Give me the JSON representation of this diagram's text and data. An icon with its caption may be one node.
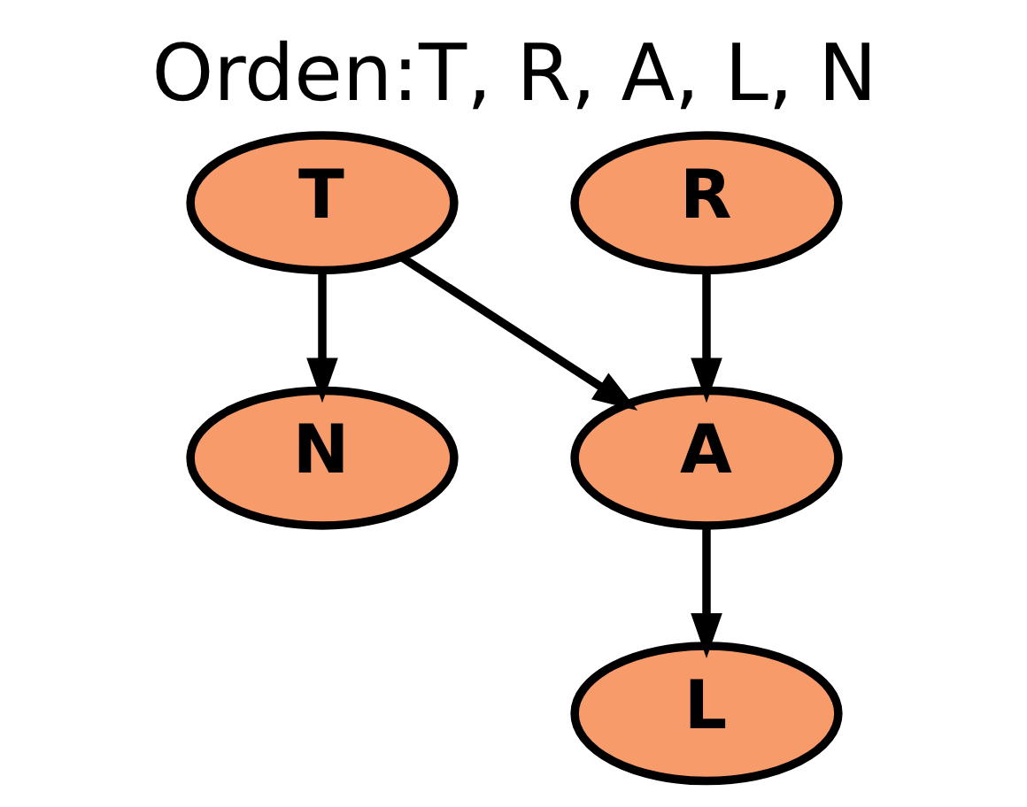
{
  "diagram": {
    "title": "Orden:T, R, A, L, N",
    "nodes": [
      {
        "text": [
          "T"
        ]
      },
      {
        "text": [
          "R"
        ]
      },
      {
        "text": [
          "N"
        ]
      },
      {
        "text": [
          "A"
        ]
      },
      {
        "text": [
          "L"
        ]
      }
    ],
    "edges": [
      {
        "from": 0,
        "to": 2,
        "arrow": "to"
      },
      {
        "from": 0,
        "to": 3,
        "arrow": "to"
      },
      {
        "from": 1,
        "to": 3,
        "arrow": "to"
      },
      {
        "from": 3,
        "to": 4,
        "arrow": "to"
      }
    ]
  }
}
